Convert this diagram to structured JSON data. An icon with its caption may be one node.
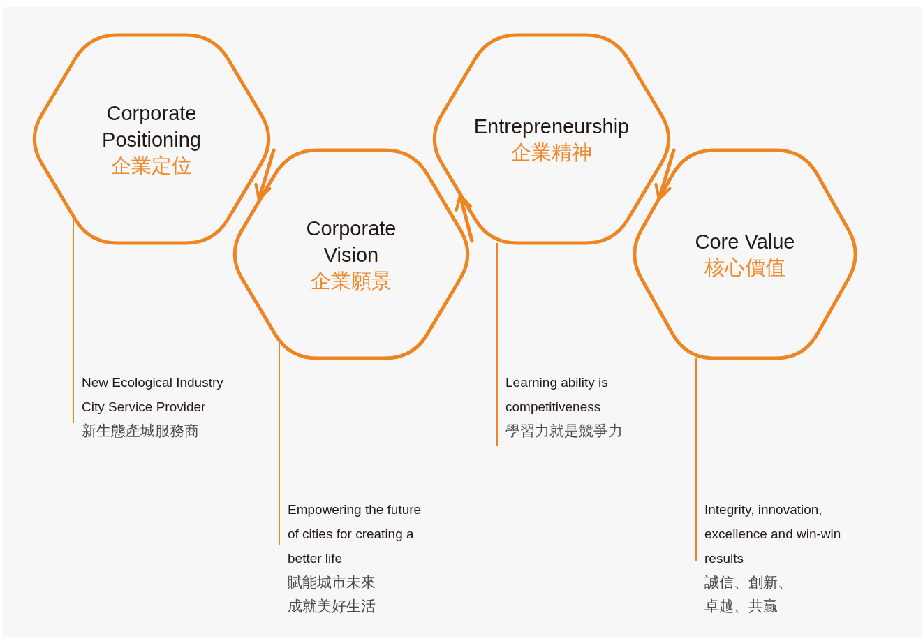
{
  "diagram": {
    "nodes": [
      {
        "text": [
          "Corporate Positioning",
          "企業定位"
        ]
      },
      {
        "text": [
          "Corporate Vision",
          "企業願景"
        ]
      },
      {
        "text": [
          "Entrepreneurship",
          "企業精神"
        ]
      },
      {
        "text": [
          "Core Value",
          "核心價值"
        ]
      },
      {
        "text": [
          "New Ecological Industry City Service Provider",
          "新生態產城服務商"
        ]
      },
      {
        "text": [
          "Empowering the future of cities for creating a better life",
          "賦能城市未來成就美好生活"
        ]
      },
      {
        "text": [
          "Learning ability is competitiveness",
          "學習力就是競爭力"
        ]
      },
      {
        "text": [
          "Integrity, innovation, excellence and win-win results",
          "誠信、創新、卓越、共贏"
        ]
      }
    ],
    "edges": [
      {
        "from": 0,
        "to": 1,
        "arrow": "to",
        "style": "thick"
      },
      {
        "from": 1,
        "to": 2,
        "arrow": "to",
        "style": "thick"
      },
      {
        "from": 2,
        "to": 3,
        "arrow": "to",
        "style": "thick"
      },
      {
        "from": 0,
        "to": 4,
        "arrow": "none"
      },
      {
        "from": 1,
        "to": 5,
        "arrow": "none"
      },
      {
        "from": 2,
        "to": 6,
        "arrow": "none"
      },
      {
        "from": 3,
        "to": 7,
        "arrow": "none"
      }
    ]
  }
}
